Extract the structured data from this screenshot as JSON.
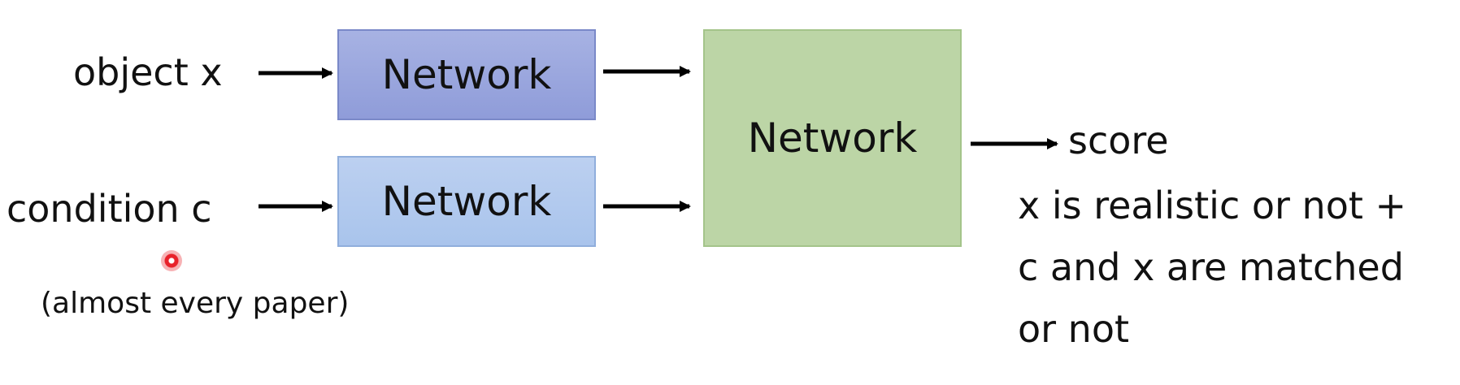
{
  "diagram": {
    "inputs": {
      "object_label": "object x",
      "condition_label": "condition c",
      "condition_note": "(almost every paper)"
    },
    "boxes": {
      "object_network": "Network",
      "condition_network": "Network",
      "combined_network": "Network"
    },
    "output": {
      "label": "score",
      "line1": "x is realistic or not +",
      "line2": "c and x are matched",
      "line3": "or not"
    },
    "colors": {
      "object_box": "#99a6dd",
      "condition_box": "#b3caee",
      "combined_box": "#bcd5a6",
      "arrow": "#000000",
      "cursor": "#e8212a"
    }
  }
}
